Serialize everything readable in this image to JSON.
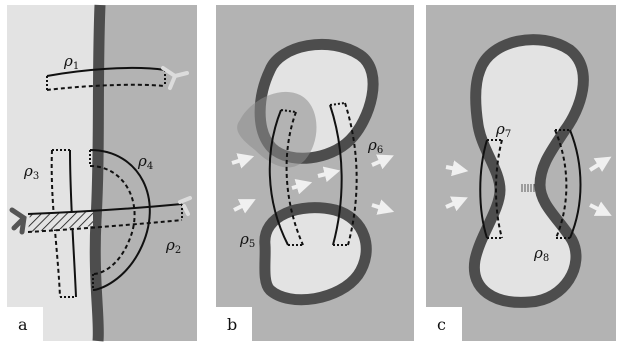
{
  "panels": [
    {
      "tag": "a",
      "labels": [
        {
          "sym": "ρ",
          "sub": "1"
        },
        {
          "sym": "ρ",
          "sub": "2"
        },
        {
          "sym": "ρ",
          "sub": "3"
        },
        {
          "sym": "ρ",
          "sub": "4"
        }
      ]
    },
    {
      "tag": "b",
      "labels": [
        {
          "sym": "ρ",
          "sub": "5"
        },
        {
          "sym": "ρ",
          "sub": "6"
        }
      ]
    },
    {
      "tag": "c",
      "labels": [
        {
          "sym": "ρ",
          "sub": "7"
        },
        {
          "sym": "ρ",
          "sub": "8"
        }
      ]
    }
  ],
  "colors": {
    "panel_bg": "#b3b3b3",
    "light_region": "#e3e3e3",
    "band": "#555555",
    "shadow": "#8c8c8c",
    "arrow": "#f0f0f0",
    "ink": "#111111"
  }
}
